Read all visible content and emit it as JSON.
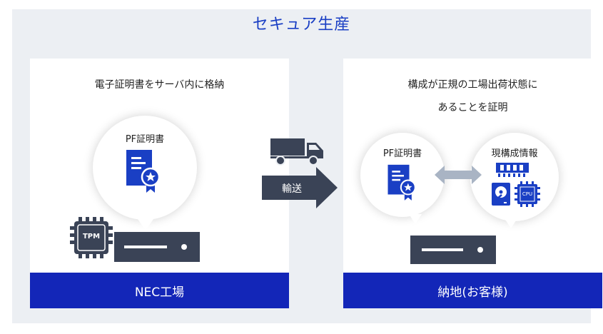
{
  "title": "セキュア生産",
  "left_panel": {
    "description": "電子証明書をサーバ内に格納",
    "bubble_label": "PF証明書",
    "chip_label": "TPM",
    "footer": "NEC工場"
  },
  "transport": {
    "label": "輸送"
  },
  "right_panel": {
    "description_line1": "構成が正規の工場出荷状態に",
    "description_line2": "あることを証明",
    "cert_bubble_label": "PF証明書",
    "config_bubble_label": "現構成情報",
    "cpu_label": "CPU",
    "footer": "納地(お客様)"
  },
  "colors": {
    "accent_blue": "#1a3fc4",
    "footer_blue": "#1326b8",
    "icon_dark": "#3a4356",
    "arrow_gray": "#a9b4c4"
  }
}
